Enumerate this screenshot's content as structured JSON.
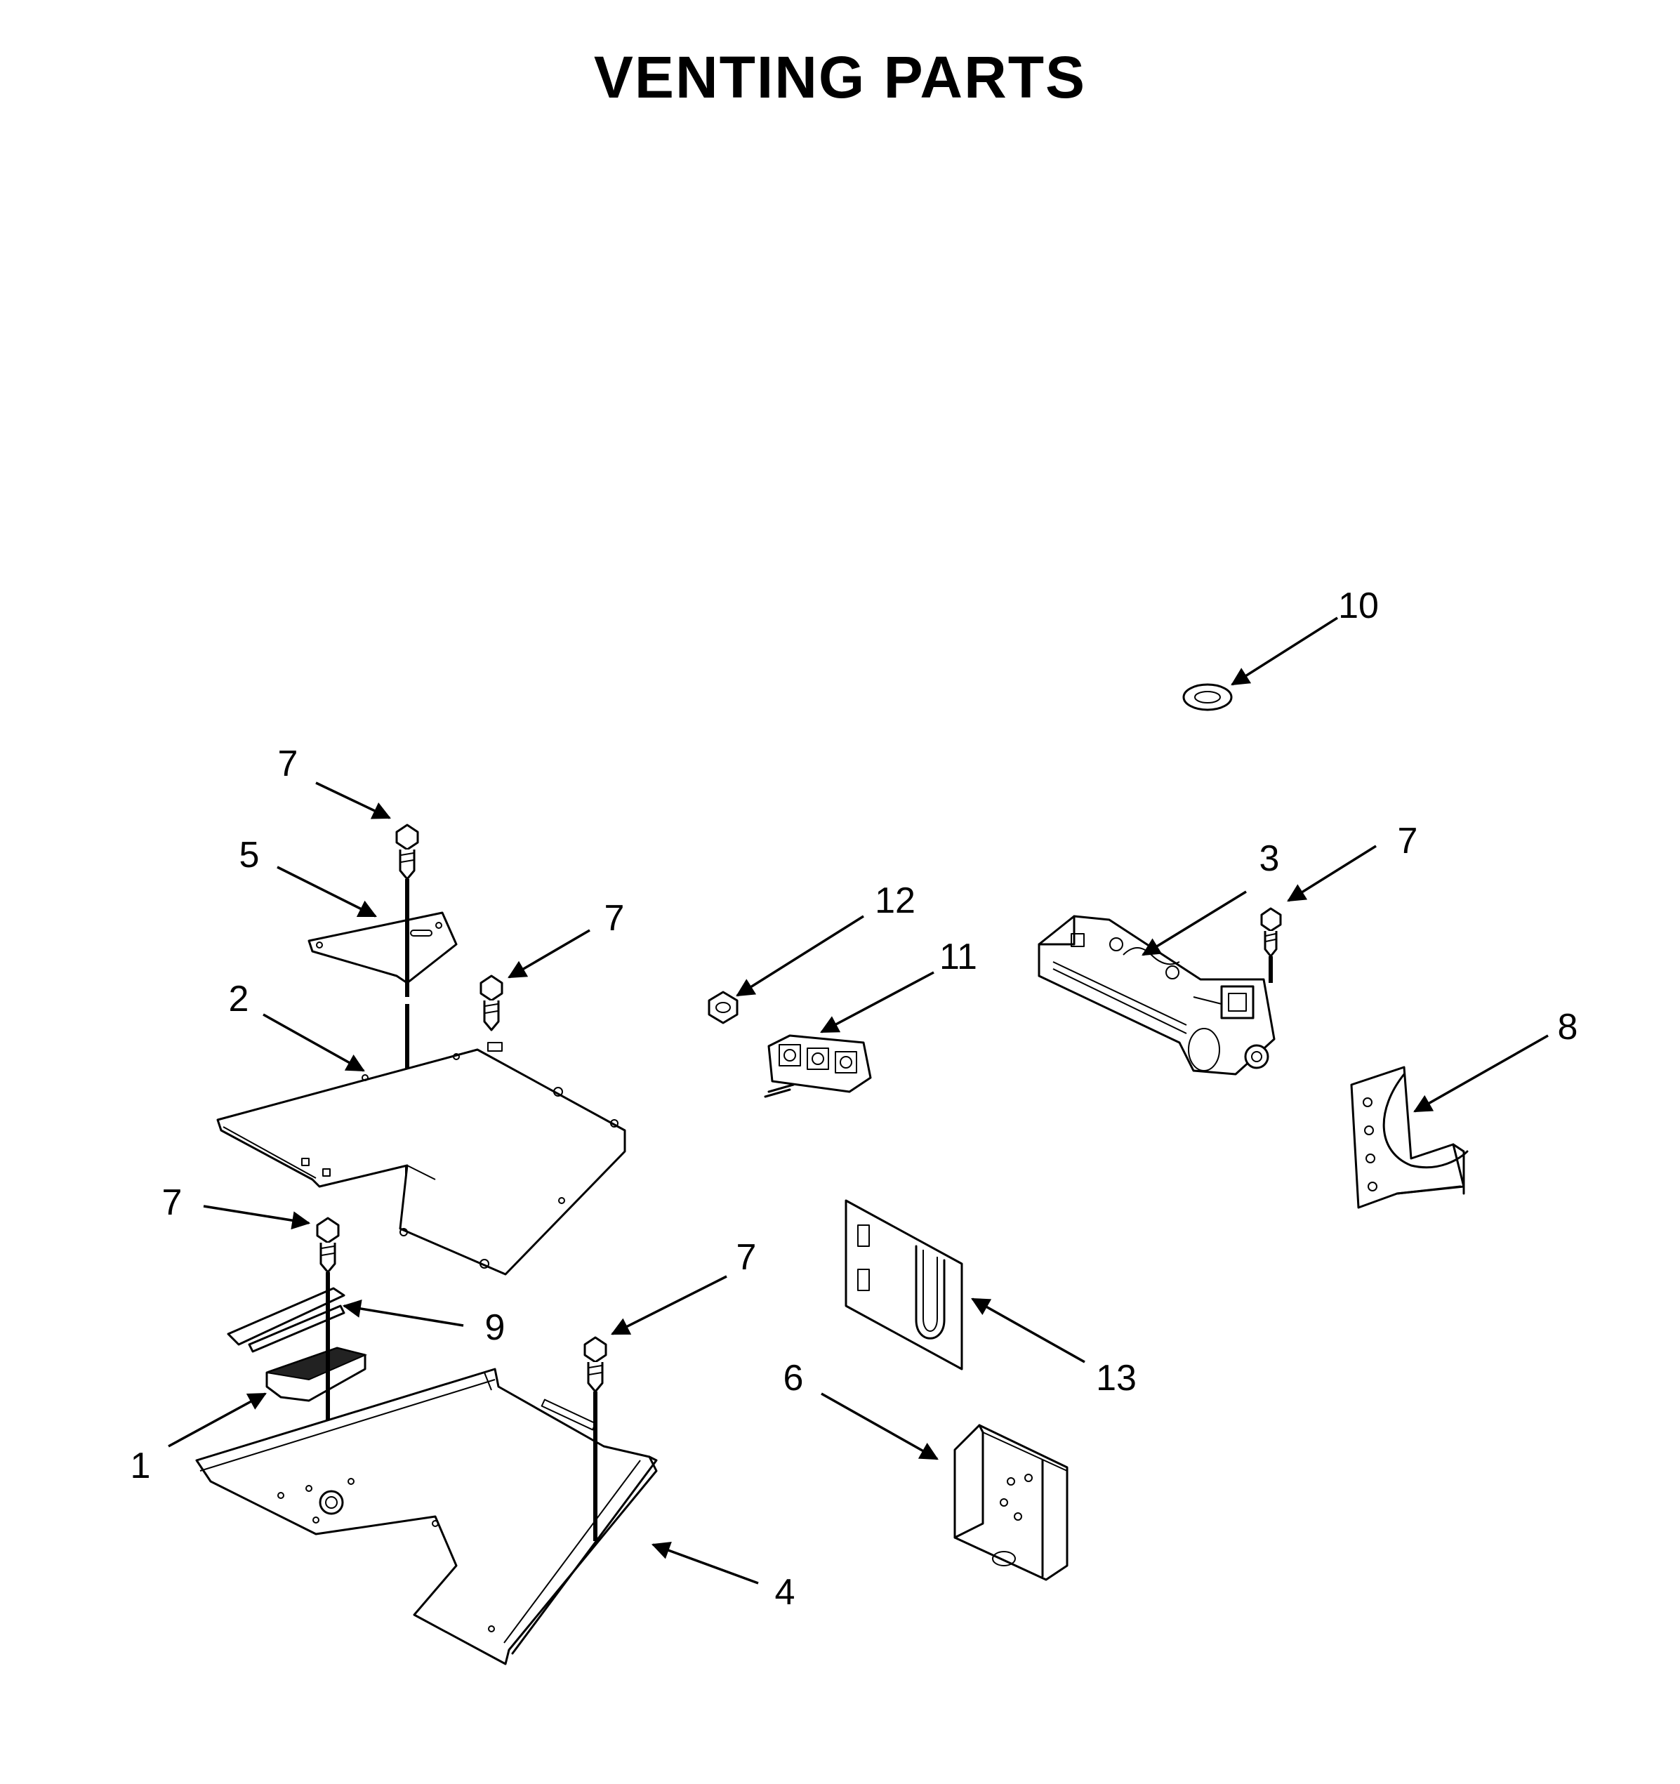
{
  "title": "VENTING PARTS",
  "callouts": [
    "1",
    "2",
    "3",
    "4",
    "5",
    "6",
    "7",
    "8",
    "9",
    "10",
    "11",
    "12",
    "13"
  ]
}
